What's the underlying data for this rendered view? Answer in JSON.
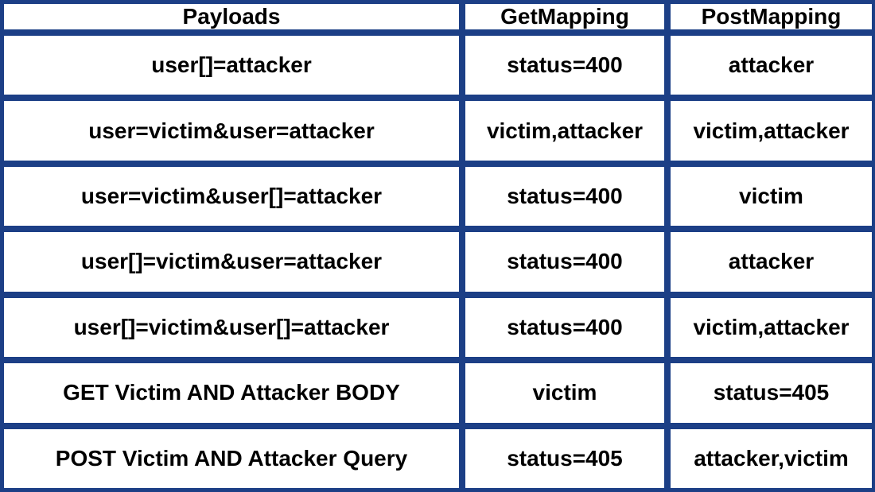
{
  "table": {
    "headers": [
      "Payloads",
      "GetMapping",
      "PostMapping"
    ],
    "rows": [
      [
        "user[]=attacker",
        "status=400",
        "attacker"
      ],
      [
        "user=victim&user=attacker",
        "victim,attacker",
        "victim,attacker"
      ],
      [
        "user=victim&user[]=attacker",
        "status=400",
        "victim"
      ],
      [
        "user[]=victim&user=attacker",
        "status=400",
        "attacker"
      ],
      [
        "user[]=victim&user[]=attacker",
        "status=400",
        "victim,attacker"
      ],
      [
        "GET Victim AND Attacker BODY",
        "victim",
        "status=405"
      ],
      [
        "POST Victim AND Attacker Query",
        "status=405",
        "attacker,victim"
      ]
    ]
  },
  "colors": {
    "border": "#1c3f86",
    "cell": "#ffffff",
    "text": "#000000"
  }
}
